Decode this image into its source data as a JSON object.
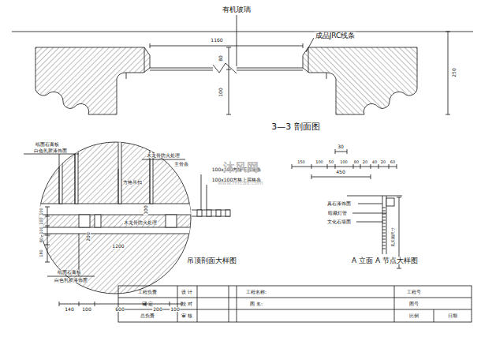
{
  "diagram": {
    "labels": [
      "有机玻璃",
      "成品JRC线条",
      "1160",
      "80",
      "100",
      "250",
      "3—3 剖面图",
      "30",
      "150",
      "100",
      "50",
      "100",
      "80",
      "20",
      "40",
      "20",
      "60",
      "450",
      "纸面石膏板",
      "白色乳胶漆饰面",
      "木龙骨防火处理",
      "主骨条",
      "100x100方格下层格条",
      "100x100方格上层格条",
      "方格吊扣",
      "100",
      "木龙骨防火处理",
      "200",
      "1200",
      "吊顶剖面大样图",
      "纸面石膏板",
      "白色乳胶漆饰面",
      "180",
      "80",
      "100",
      "100",
      "100",
      "140",
      "100",
      "600",
      "200",
      "100",
      "真石漆饰面",
      "暗藏灯管",
      "文化石墙面",
      "见天面尺寸",
      "A 立面 A 节点大样图",
      "沐风网",
      "www.mfcad.com",
      "工程负责",
      "设 计",
      "审 定",
      "校 对",
      "总负责",
      "审 核",
      "工程名称:",
      "工程号",
      "图 名:",
      "图号",
      "比例",
      "日期"
    ]
  }
}
